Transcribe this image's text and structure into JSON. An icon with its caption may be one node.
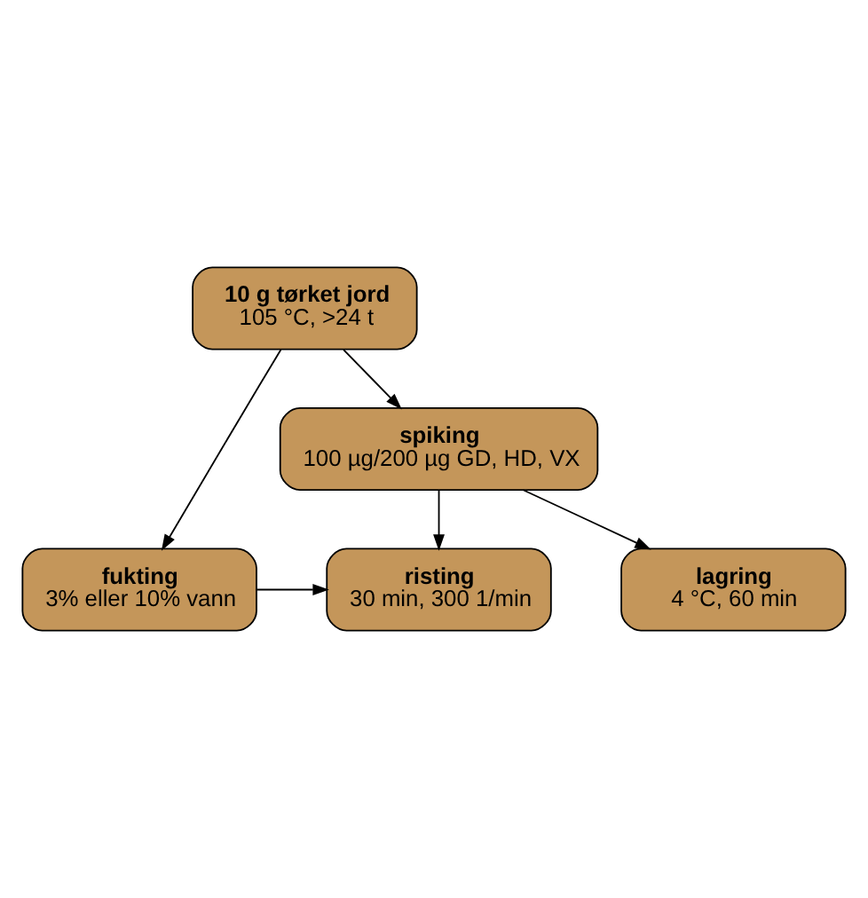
{
  "diagram": {
    "nodes": [
      {
        "text": [
          "10 g tørket jord",
          "105 °C, >24 t"
        ]
      },
      {
        "text": [
          "fukting",
          "3% eller 10% vann"
        ]
      },
      {
        "text": [
          "spiking",
          "100 µg/200 µg GD, HD, VX"
        ]
      },
      {
        "text": [
          "risting",
          "30 min, 300 1/min"
        ]
      },
      {
        "text": [
          "lagring",
          "4 °C, 60 min"
        ]
      }
    ],
    "edges": [
      {
        "from": 0,
        "to": 1,
        "arrow": "to"
      },
      {
        "from": 0,
        "to": 2,
        "arrow": "to"
      },
      {
        "from": 1,
        "to": 3,
        "arrow": "to"
      },
      {
        "from": 2,
        "to": 3,
        "arrow": "to"
      },
      {
        "from": 2,
        "to": 4,
        "arrow": "to"
      }
    ]
  }
}
